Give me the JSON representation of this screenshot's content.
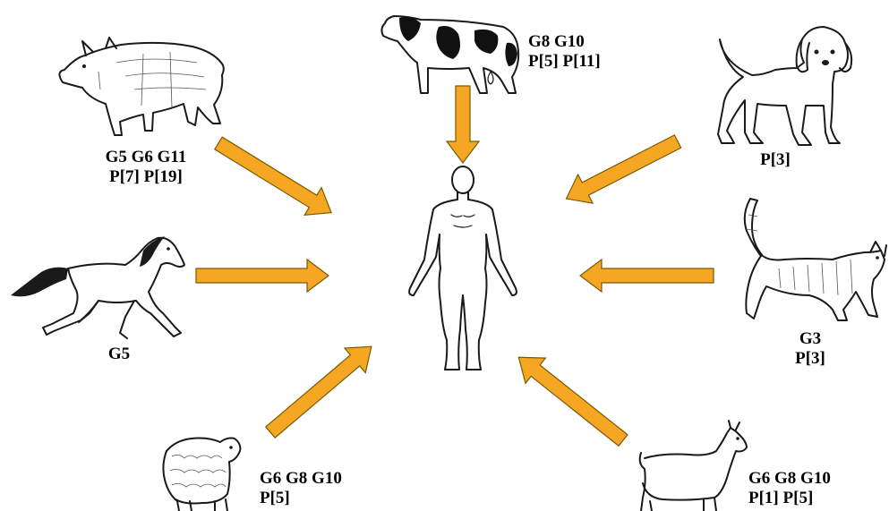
{
  "colors": {
    "arrow_fill": "#F5A623",
    "arrow_outline": "#7A5A00",
    "ink": "#1A1A1A",
    "text": "#000000",
    "background": "#FFFFFF"
  },
  "center": {
    "icon": "human-figure-icon"
  },
  "animals": {
    "pig": {
      "icon": "pig-icon",
      "line1": "G5 G6 G11",
      "line2": "P[7] P[19]"
    },
    "cow": {
      "icon": "cow-icon",
      "line1": "G8 G10",
      "line2": "P[5] P[11]"
    },
    "dog": {
      "icon": "dog-icon",
      "line1": "P[3]"
    },
    "horse": {
      "icon": "horse-icon",
      "line1": "G5"
    },
    "cat": {
      "icon": "cat-icon",
      "line1": "G3",
      "line2": "P[3]"
    },
    "sheep": {
      "icon": "sheep-icon",
      "line1": "G6 G8 G10",
      "line2": "P[5]"
    },
    "goat": {
      "icon": "goat-icon",
      "line1": "G6 G8 G10",
      "line2": "P[1] P[5]"
    }
  }
}
